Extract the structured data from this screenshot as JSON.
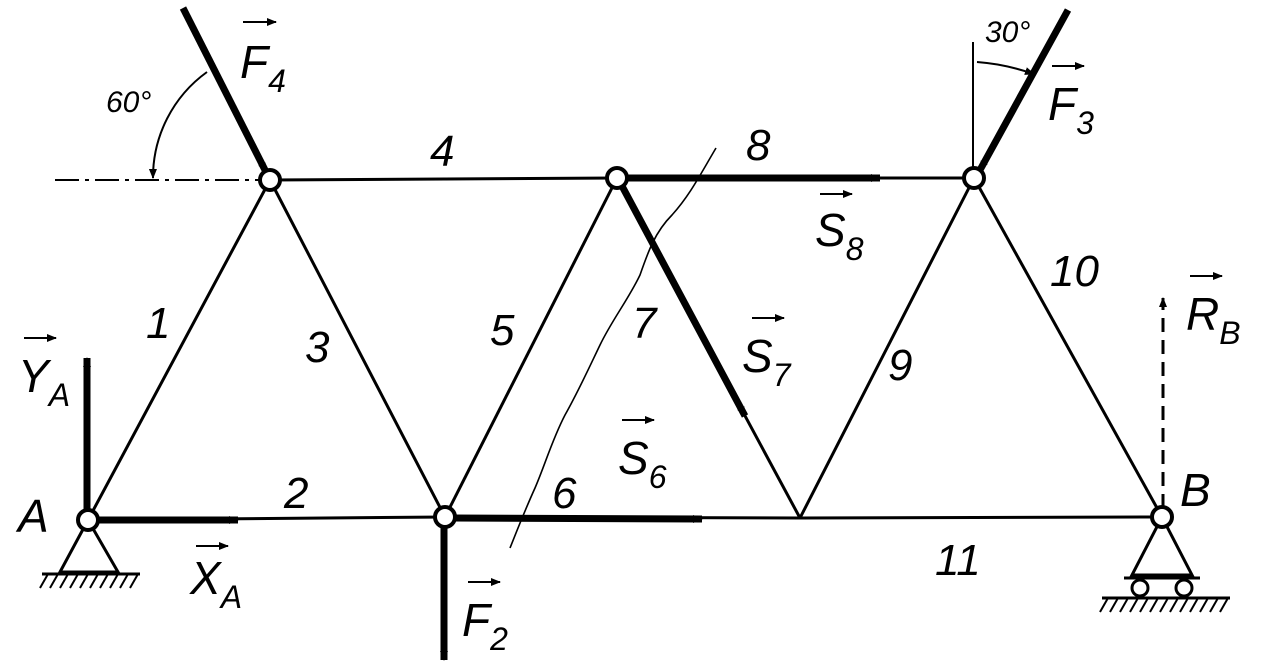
{
  "colors": {
    "ink": "#000000",
    "paper": "#ffffff"
  },
  "members": [
    {
      "id": "1",
      "label": "1"
    },
    {
      "id": "2",
      "label": "2"
    },
    {
      "id": "3",
      "label": "3"
    },
    {
      "id": "4",
      "label": "4"
    },
    {
      "id": "5",
      "label": "5"
    },
    {
      "id": "6",
      "label": "6"
    },
    {
      "id": "7",
      "label": "7"
    },
    {
      "id": "8",
      "label": "8"
    },
    {
      "id": "9",
      "label": "9"
    },
    {
      "id": "10",
      "label": "10"
    },
    {
      "id": "11",
      "label": "11"
    }
  ],
  "supports": {
    "A": {
      "label": "A",
      "type": "pin"
    },
    "B": {
      "label": "B",
      "type": "roller"
    }
  },
  "forces": {
    "F4": {
      "symbol": "F",
      "sub": "4"
    },
    "F3": {
      "symbol": "F",
      "sub": "3"
    },
    "F2": {
      "symbol": "F",
      "sub": "2"
    },
    "S8": {
      "symbol": "S",
      "sub": "8"
    },
    "S7": {
      "symbol": "S",
      "sub": "7"
    },
    "S6": {
      "symbol": "S",
      "sub": "6"
    },
    "YA": {
      "symbol": "Y",
      "sub": "A"
    },
    "XA": {
      "symbol": "X",
      "sub": "A"
    },
    "RB": {
      "symbol": "R",
      "sub": "B"
    }
  },
  "angles": {
    "F4": "60°",
    "F3": "30°"
  }
}
